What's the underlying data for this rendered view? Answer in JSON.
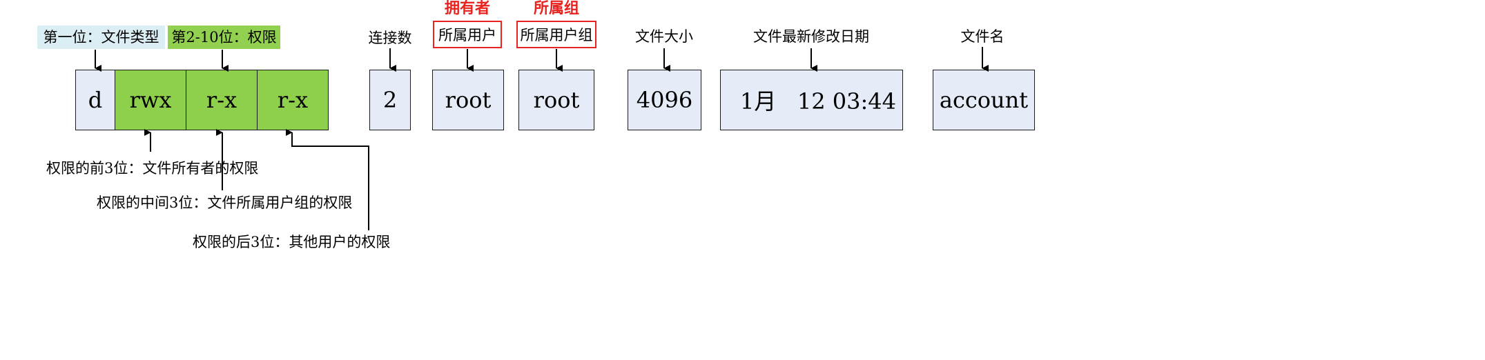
{
  "tags": {
    "first_bit": "第一位：文件类型",
    "bits_2_10": "第2-10位：权限"
  },
  "perm_boxes": [
    "d",
    "rwx",
    "r-x",
    "r-x"
  ],
  "fields": {
    "link_count": {
      "label": "连接数",
      "value": "2"
    },
    "owner": {
      "title": "拥有者",
      "label": "所属用户",
      "value": "root"
    },
    "group": {
      "title": "所属组",
      "label": "所属用户组",
      "value": "root"
    },
    "size": {
      "label": "文件大小",
      "value": "4096"
    },
    "mtime": {
      "label": "文件最新修改日期",
      "value": "1月   12 03:44"
    },
    "name": {
      "label": "文件名",
      "value": "account"
    }
  },
  "notes": {
    "owner_perm": "权限的前3位：文件所有者的权限",
    "group_perm": "权限的中间3位：文件所属用户组的权限",
    "other_perm": "权限的后3位：其他用户的权限"
  },
  "colors": {
    "box_fill": "#e5ebf7",
    "perm_fill": "#8ed04b",
    "tag_blue": "#dbeef3",
    "tag_green": "#92d050",
    "highlight_red": "#e8231f"
  }
}
